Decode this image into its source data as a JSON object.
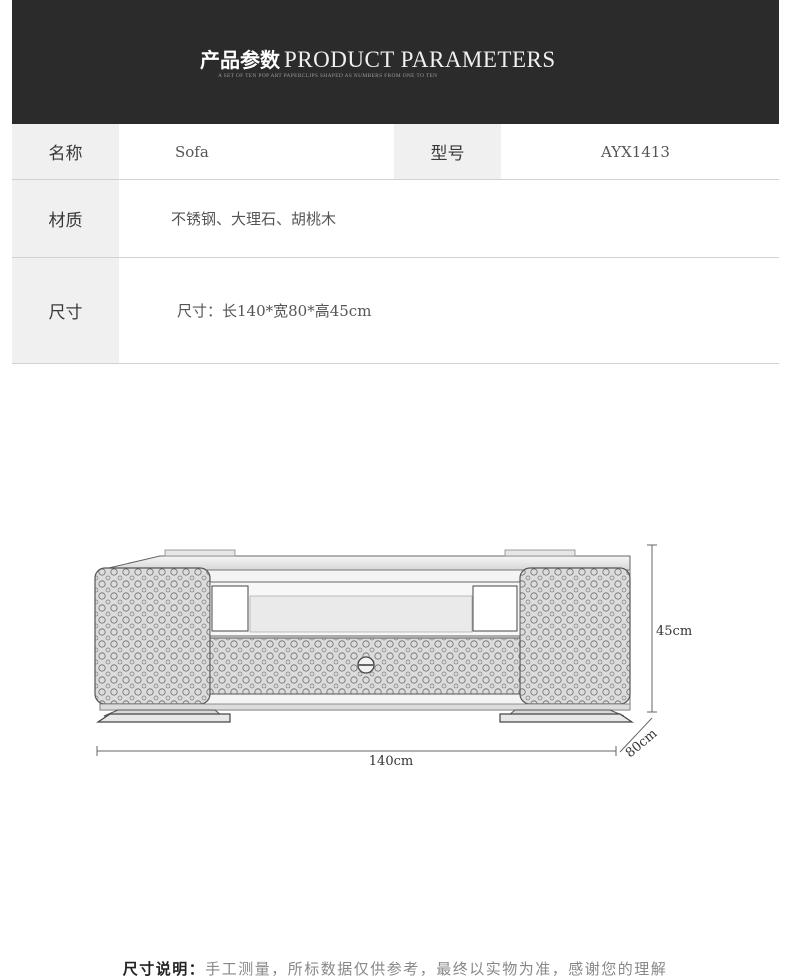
{
  "banner": {
    "title_cn": "产品参数",
    "title_en": "PRODUCT PARAMETERS",
    "subtitle": "A SET OF TEN POP ART PAPERCLIPS SHAPED AS NUMBERS FROM ONE TO TEN"
  },
  "params": {
    "name_label": "名称",
    "name_value": "Sofa",
    "model_label": "型号",
    "model_value": "AYX1413",
    "material_label": "材质",
    "material_value": "不锈钢、大理石、胡桃木",
    "size_label": "尺寸",
    "size_value": "尺寸：长140*宽80*高45cm"
  },
  "drawing": {
    "width_label": "140cm",
    "height_label": "45cm",
    "depth_label": "80cm"
  },
  "footnote": {
    "key": "尺寸说明：",
    "text": "手工测量，所标数据仅供参考，最终以实物为准，感谢您的理解"
  }
}
